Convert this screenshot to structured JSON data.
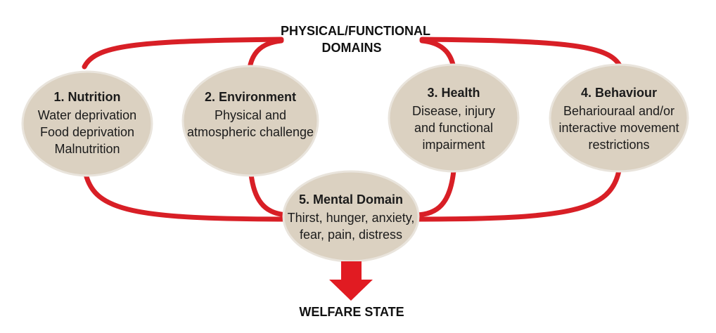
{
  "top_heading": {
    "line1": "PHYSICAL/FUNCTIONAL",
    "line2": "DOMAINS"
  },
  "domains": [
    {
      "title": "1. Nutrition",
      "lines": [
        "Water deprivation",
        "Food deprivation",
        "Malnutrition"
      ]
    },
    {
      "title": "2. Environment",
      "lines": [
        "Physical and",
        "atmospheric challenge"
      ]
    },
    {
      "title": "3. Health",
      "lines": [
        "Disease, injury",
        "and functional",
        "impairment"
      ]
    },
    {
      "title": "4. Behaviour",
      "lines": [
        "Behariouraal and/or",
        "interactive movement",
        "restrictions"
      ]
    }
  ],
  "mental_domain": {
    "title": "5. Mental Domain",
    "lines": [
      "Thirst, hunger, anxiety,",
      "fear, pain, distress"
    ]
  },
  "outcome": {
    "label": "WELFARE STATE"
  },
  "colors": {
    "connector": "#d81f26",
    "ellipse_fill": "#dbd1c1",
    "arrow": "#e11b22"
  }
}
